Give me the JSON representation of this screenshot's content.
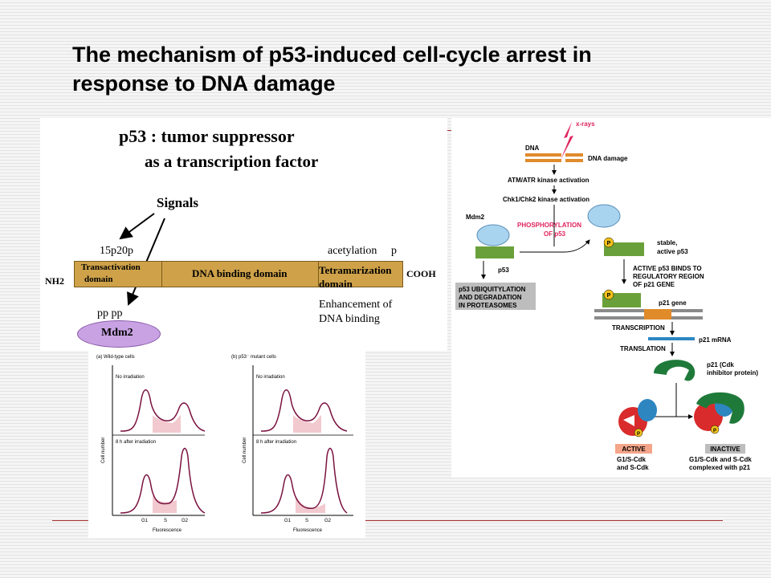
{
  "slide": {
    "title_lines": [
      "The mechanism of p53-induced cell-cycle arrest in",
      "response to DNA damage"
    ],
    "colors": {
      "panel_bg": "#ffffff",
      "domain_bar": "#cfa24a",
      "mdm2_oval": "#c8a2e3",
      "peak_curve": "#7a1240",
      "p21_green": "#1f7a3a",
      "label_red": "#e0245e"
    }
  },
  "domain_panel": {
    "heading1": "p53 : tumor suppressor",
    "heading2": "as a transcription factor",
    "signals": "Signals",
    "site_left": "15p20p",
    "site_right_text": "acetylation",
    "site_right_p": "p",
    "nh2": "NH2",
    "cooh": "COOH",
    "domain_transactivation_1": "Transactivation",
    "domain_transactivation_2": "domain",
    "domain_dna_binding": "DNA binding domain",
    "domain_tetramerization_1": "Tetramarization",
    "domain_tetramerization_2": "domain",
    "pp_label": "pp pp",
    "mdm2": "Mdm2",
    "enhancement_1": "Enhancement of",
    "enhancement_2": "DNA binding"
  },
  "pathway": {
    "xrays": "x-rays",
    "dna": "DNA",
    "dna_damage": "DNA damage",
    "atm": "ATM/ATR kinase activation",
    "chk": "Chk1/Chk2 kinase activation",
    "mdm2": "Mdm2",
    "phosphorylation_1": "PHOSPHORYLATION",
    "phosphorylation_2": "OF p53",
    "p_badge": "P",
    "stable_1": "stable,",
    "stable_2": "active p53",
    "p53": "p53",
    "active_binds_1": "ACTIVE p53 BINDS TO",
    "active_binds_2": "REGULATORY REGION",
    "active_binds_3": "OF p21 GENE",
    "ubiquitylation_1": "p53 UBIQUITYLATION",
    "ubiquitylation_2": "AND DEGRADATION",
    "ubiquitylation_3": "IN PROTEASOMES",
    "p21_gene": "p21 gene",
    "transcription": "TRANSCRIPTION",
    "p21_mrna": "p21 mRNA",
    "translation": "TRANSLATION",
    "p21_protein_1": "p21 (Cdk",
    "p21_protein_2": "inhibitor protein)",
    "active": "ACTIVE",
    "inactive": "INACTIVE",
    "active_desc_1": "G1/S-Cdk",
    "active_desc_2": "and S-Cdk",
    "inactive_desc_1": "G1/S-Cdk and S-Cdk",
    "inactive_desc_2": "complexed with p21"
  },
  "flow_panel": {
    "a_title": "(a)  Wild-type cells",
    "b_title": "(b)  p53⁻ mutant cells",
    "no_irradiation": "No irradiation",
    "after_irradiation": "8 h after irradiation",
    "y_label": "Cell number",
    "ticks": [
      "G1",
      "S",
      "G2"
    ],
    "x_label": "Fluorescence"
  }
}
